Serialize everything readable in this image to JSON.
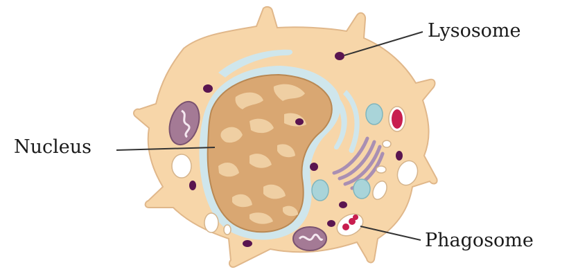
{
  "diagram": {
    "labels": {
      "lysosome": "Lysosome",
      "nucleus": "Nucleus",
      "phagosome": "Phagosome"
    },
    "colors": {
      "cytoplasm": "#f7d6a9",
      "cell_outline": "#e0b78a",
      "nucleus_fill": "#d9a772",
      "nucleus_light": "#efcfa3",
      "nuclear_envelope": "#cfe6ec",
      "golgi": "#a98fb3",
      "lysosome": "#5a1550",
      "mitochondrion": "#a47a95",
      "vesicle_blue": "#a9d4d9",
      "vacuole_white": "#ffffff",
      "phagosome_content": "#c81e4f",
      "leader_line": "#333333"
    }
  }
}
